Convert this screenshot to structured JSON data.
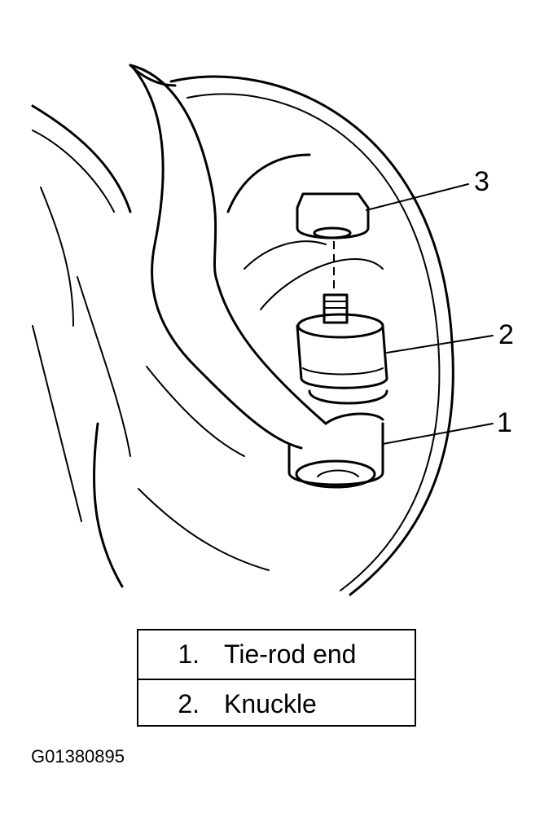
{
  "callouts": [
    "1",
    "2",
    "3"
  ],
  "legend": [
    {
      "num": "1.",
      "label": "Tie-rod end"
    },
    {
      "num": "2.",
      "label": "Knuckle"
    }
  ],
  "figure_id": "G01380895"
}
